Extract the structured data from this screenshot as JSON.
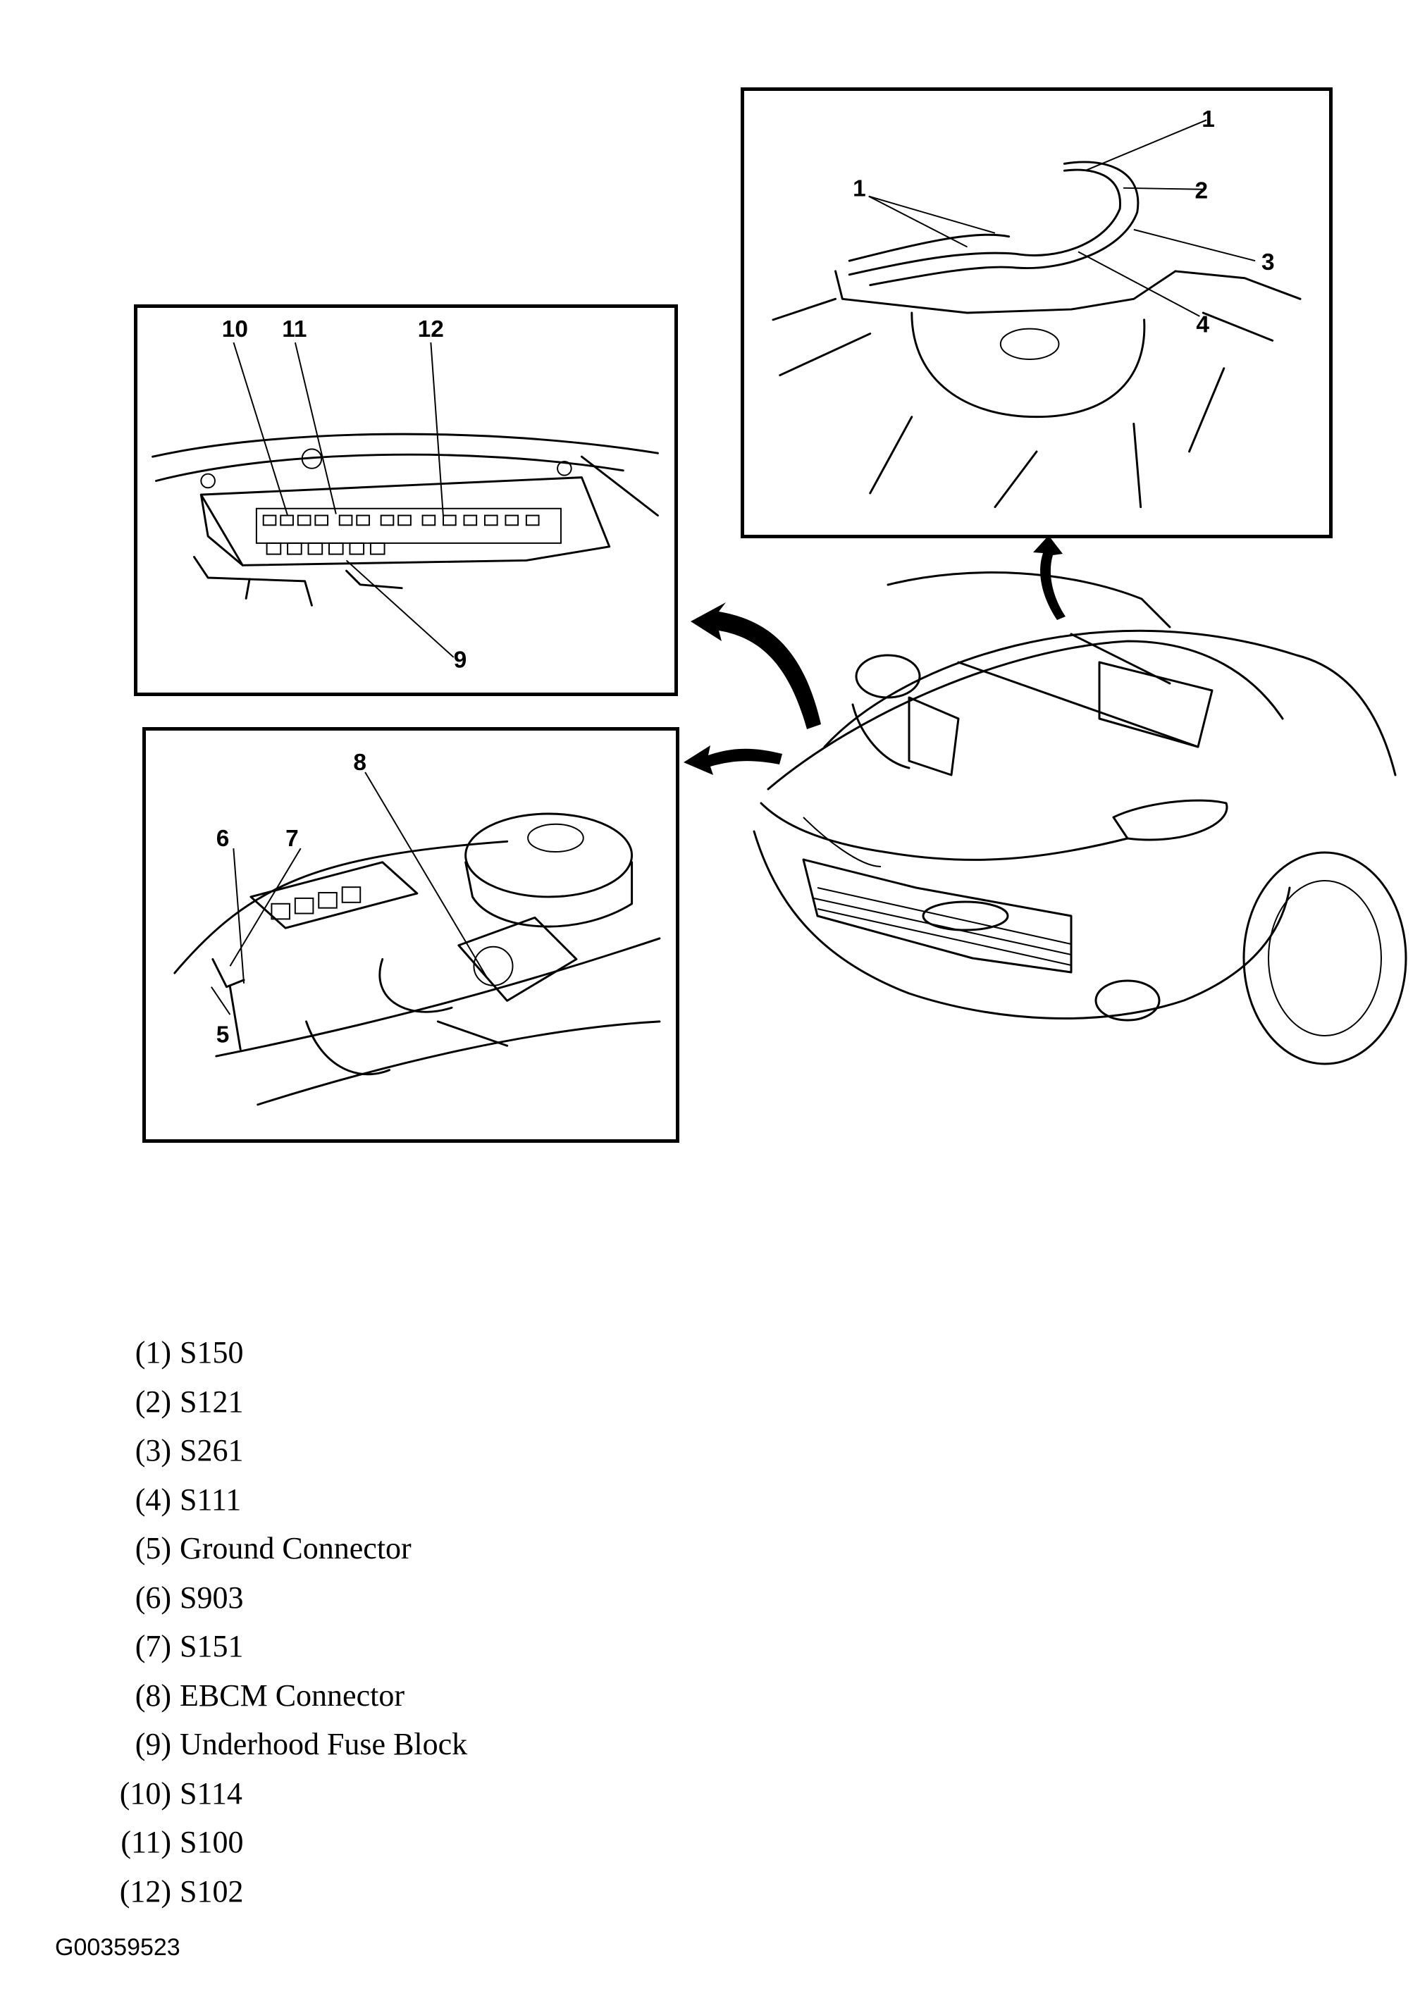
{
  "callouts": {
    "fuse": {
      "c10": "10",
      "c11": "11",
      "c12": "12",
      "c9": "9"
    },
    "hose": {
      "c1a": "1",
      "c1b": "1",
      "c2": "2",
      "c3": "3",
      "c4": "4"
    },
    "ebcm": {
      "c8": "8",
      "c6": "6",
      "c7": "7",
      "c5": "5"
    }
  },
  "legend": [
    {
      "num": "(1)",
      "text": "S150"
    },
    {
      "num": "(2)",
      "text": "S121"
    },
    {
      "num": "(3)",
      "text": "S261"
    },
    {
      "num": "(4)",
      "text": "S111"
    },
    {
      "num": "(5)",
      "text": "Ground Connector"
    },
    {
      "num": "(6)",
      "text": "S903"
    },
    {
      "num": "(7)",
      "text": "S151"
    },
    {
      "num": "(8)",
      "text": "EBCM Connector"
    },
    {
      "num": "(9)",
      "text": "Underhood Fuse Block"
    },
    {
      "num": "(10)",
      "text": "S114"
    },
    {
      "num": "(11)",
      "text": "S100"
    },
    {
      "num": "(12)",
      "text": "S102"
    }
  ],
  "figure_id": "G00359523"
}
